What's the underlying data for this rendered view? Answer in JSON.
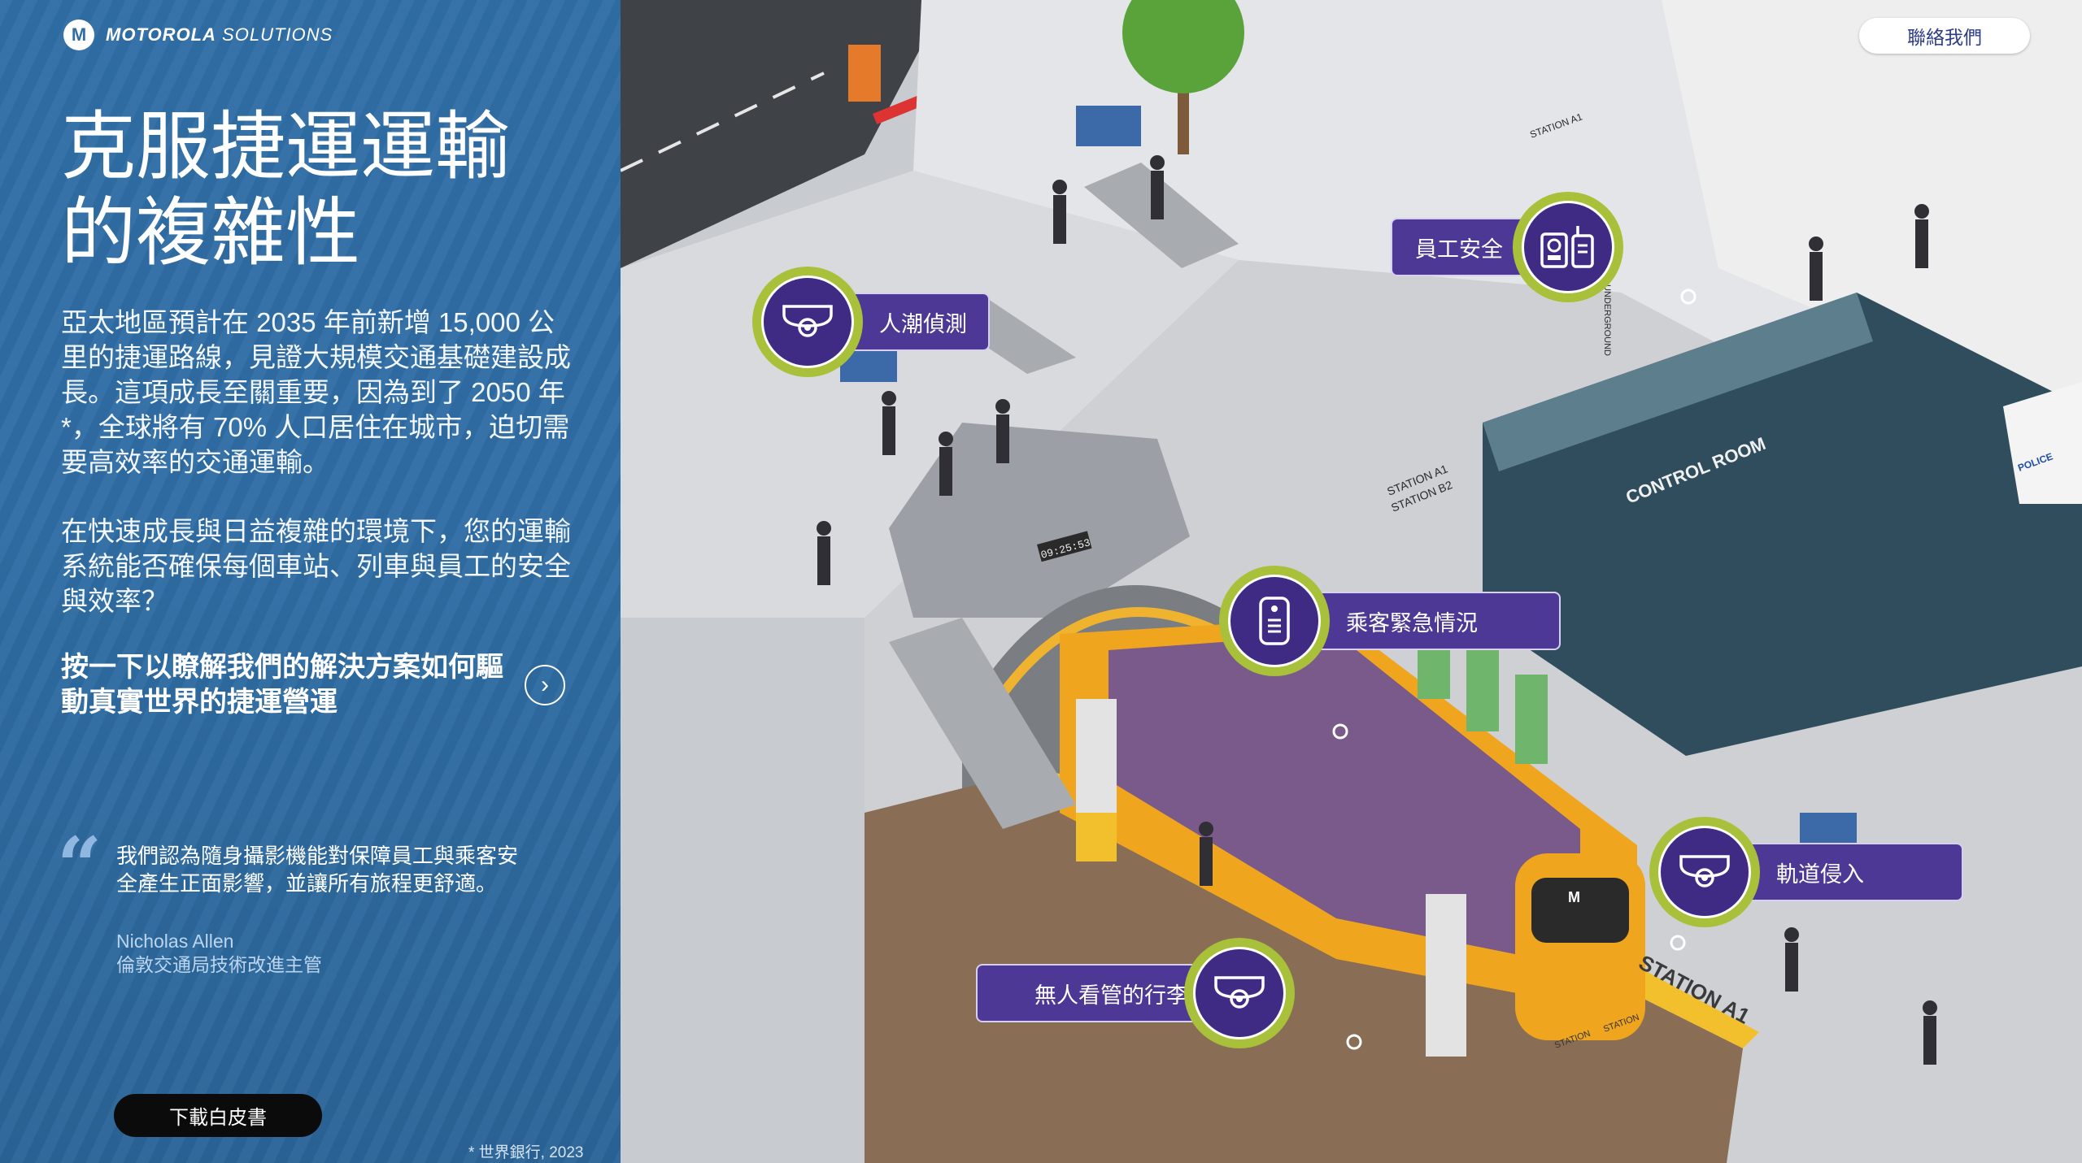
{
  "brand": {
    "name_bold": "MOTOROLA",
    "name_light": "SOLUTIONS",
    "logo_glyph": "M"
  },
  "headline": {
    "line1": "克服捷運運輸",
    "line2": "的複雜性"
  },
  "paragraphs": {
    "p1": "亞太地區預計在 2035 年前新增 15,000 公里的捷運路線，見證大規模交通基礎建設成長。這項成長至關重要，因為到了 2050 年*，全球將有 70% 人口居住在城市，迫切需要高效率的交通運輸。",
    "p2": "在快速成長與日益複雜的環境下，您的運輸系統能否確保每個車站、列車與員工的安全與效率？"
  },
  "cta": {
    "text": "按一下以瞭解我們的解決方案如何驅動真實世界的捷運營運",
    "arrow": "›"
  },
  "quote": {
    "mark": "“",
    "text": "我們認為隨身攝影機能對保障員工與乘客安全產生正面影響，並讓所有旅程更舒適。",
    "author": "Nicholas Allen",
    "role": "倫敦交通局技術改進主管"
  },
  "download_label": "下載白皮書",
  "footnote": "* 世界銀行, 2023",
  "contact_label": "聯絡我們",
  "scene_signs": {
    "control_room": "CONTROL ROOM",
    "station_a1_b2": [
      "STATION A1",
      "STATION B2"
    ],
    "station_a1": "STATION A1",
    "station_top": "STATION A1",
    "underground": "UNDERGROUND",
    "metro_letter": "M",
    "police": "POLICE",
    "station_small": [
      "STATION",
      "STATION"
    ],
    "clock": "09:25:53"
  },
  "hotspots": {
    "crowd": "人潮偵測",
    "staff": "員工安全",
    "emergency": "乘客緊急情況",
    "track": "軌道侵入",
    "baggage": "無人看管的行李"
  },
  "colors": {
    "panel_blue": "#2f6ea5",
    "hotspot_purple": "#4e3896",
    "ring_green": "#a9c03a",
    "train_orange": "#f0a51e"
  }
}
